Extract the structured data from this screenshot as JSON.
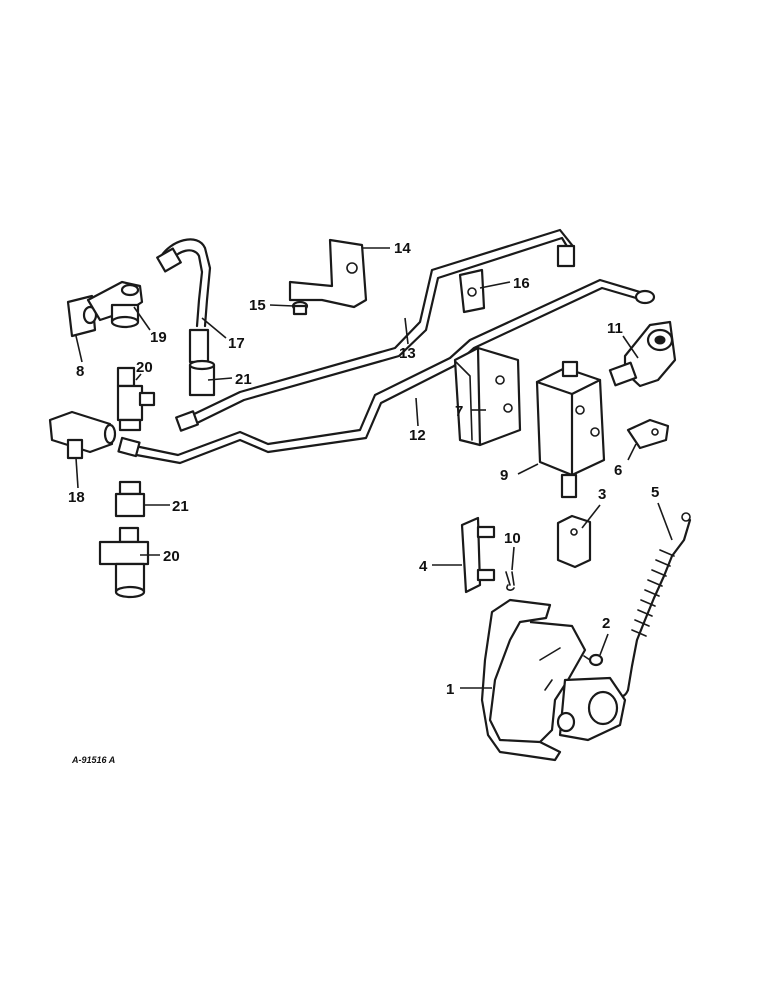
{
  "figure_ref": "A-91516 A",
  "callouts": [
    "1",
    "2",
    "3",
    "4",
    "5",
    "6",
    "7",
    "8",
    "9",
    "10",
    "11",
    "12",
    "13",
    "14",
    "15",
    "16",
    "17",
    "18",
    "19",
    "20",
    "20",
    "21",
    "21"
  ]
}
